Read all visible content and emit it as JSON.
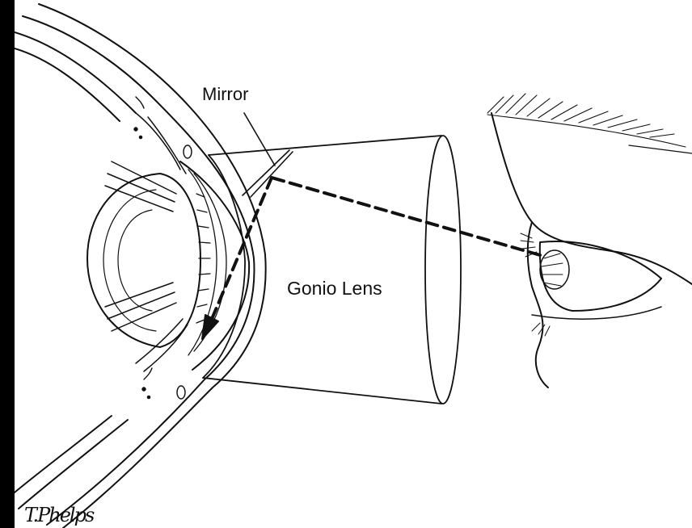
{
  "labels": {
    "mirror": "Mirror",
    "gonio_lens": "Gonio Lens"
  },
  "signature": "T.Phelps",
  "colors": {
    "background_frame": "#000000",
    "paper": "#ffffff",
    "ink": "#111111"
  }
}
